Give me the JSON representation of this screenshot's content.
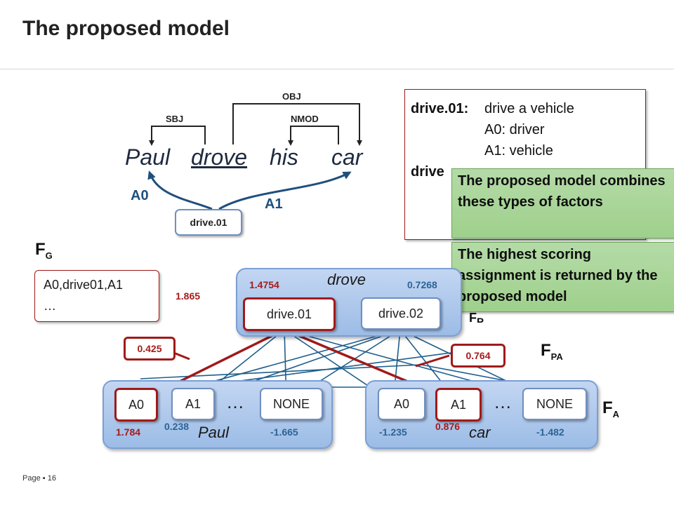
{
  "title": "The proposed model",
  "sentence": {
    "words": [
      "Paul",
      "drove",
      "his",
      "car"
    ]
  },
  "dependencies": {
    "sbj": "SBJ",
    "obj": "OBJ",
    "nmod": "NMOD"
  },
  "srl_arcs": {
    "a0": "A0",
    "a1": "A1"
  },
  "predicate_node": "drive.01",
  "definition_box": {
    "sense1": "drive.01:",
    "sense1_gloss": "drive a vehicle",
    "role_a0": "A0: driver",
    "role_a1": "A1: vehicle",
    "sense2_partial": "drive"
  },
  "callouts": {
    "combine": "The proposed model combines these types of factors",
    "highest": "The highest scoring assignment is returned by the proposed model"
  },
  "factor_labels": {
    "fg_main": "F",
    "fg_sub": "G",
    "fpa_main": "F",
    "fpa_sub": "PA",
    "fa_main": "F",
    "fa_sub": "A",
    "fp_main": "F",
    "fp_sub": "P"
  },
  "global_box": {
    "line1": "A0,drive01,A1",
    "line2": "…"
  },
  "global_score": "1.865",
  "predicate_group": {
    "word": "drove",
    "nodes": [
      "drive.01",
      "drive.02"
    ],
    "scores": [
      "1.4754",
      "0.7268"
    ]
  },
  "pair_scores": {
    "left": "0.425",
    "right": "0.764"
  },
  "arg_groups": [
    {
      "word": "Paul",
      "nodes": [
        "A0",
        "A1",
        "NONE"
      ],
      "ellipsis": "…",
      "scores": [
        "1.784",
        "0.238",
        "-1.665"
      ]
    },
    {
      "word": "car",
      "nodes": [
        "A0",
        "A1",
        "NONE"
      ],
      "ellipsis": "…",
      "scores": [
        "-1.235",
        "0.876",
        "-1.482"
      ]
    }
  ],
  "footer": {
    "page_label": "Page",
    "bullet": "▪",
    "page_number": "16"
  },
  "colors": {
    "accent_red": "#a01a1a",
    "node_blue": "#6f8fbf",
    "link_blue": "#1f5e8c",
    "callout_green": "#a8d596"
  }
}
